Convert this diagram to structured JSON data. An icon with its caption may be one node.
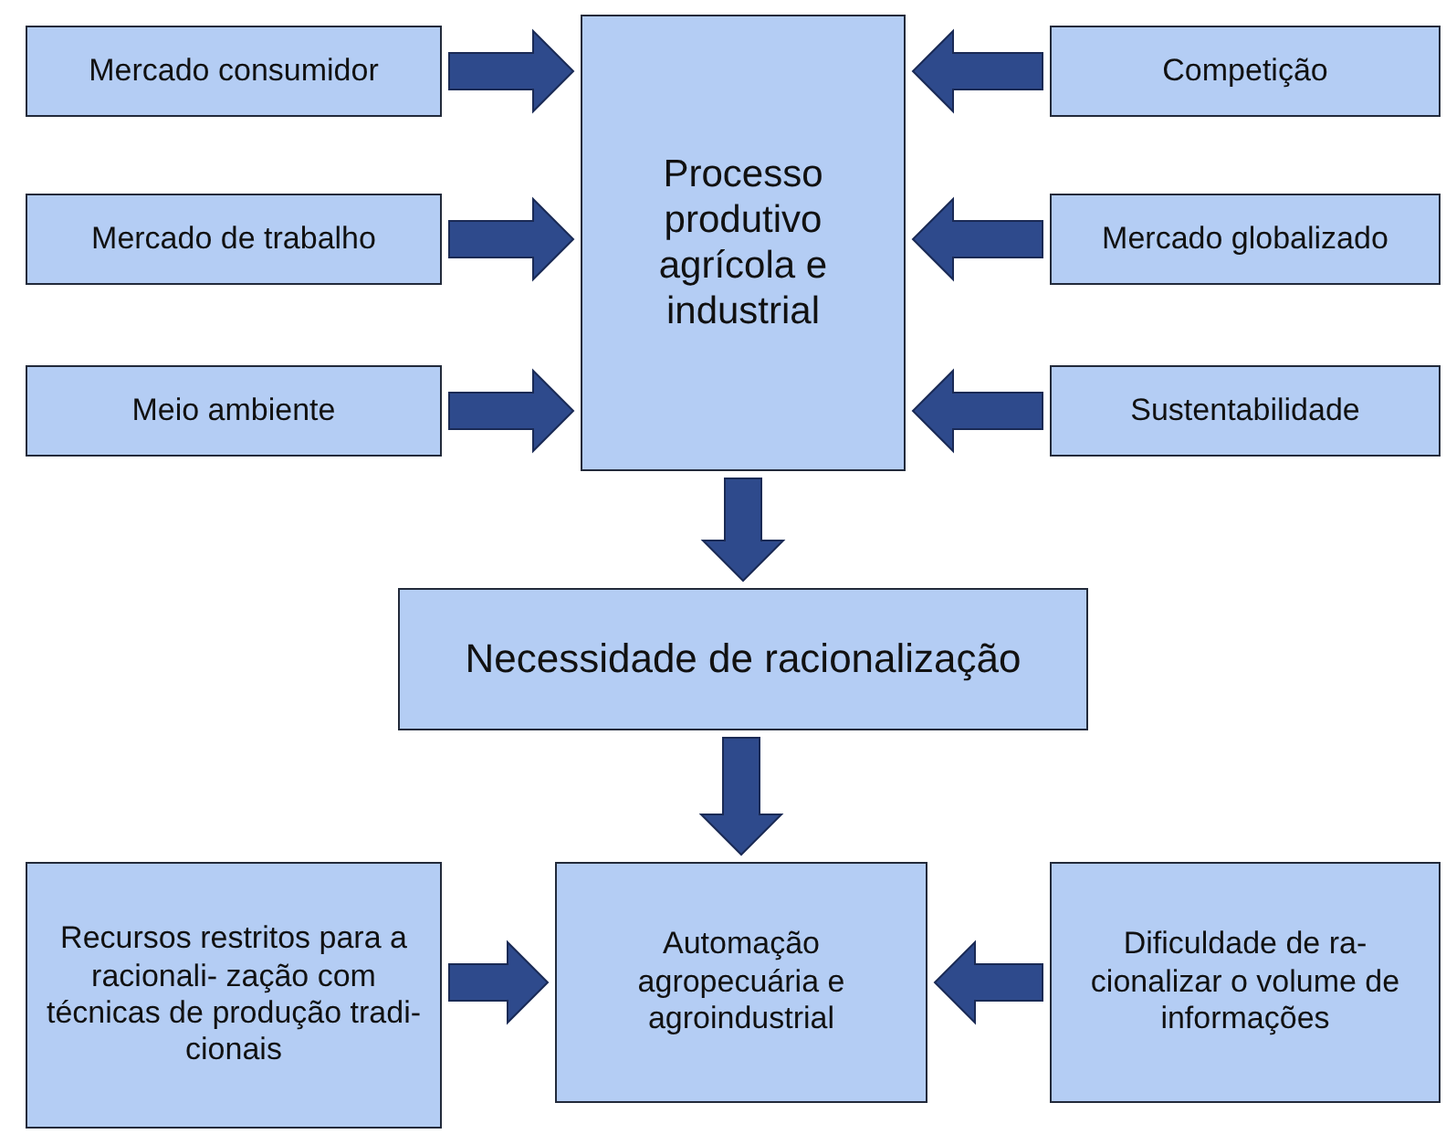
{
  "diagram": {
    "nodes": [
      {
        "text": [
          "Mercado consumidor"
        ]
      },
      {
        "text": [
          "Mercado de trabalho"
        ]
      },
      {
        "text": [
          "Meio ambiente"
        ]
      },
      {
        "text": [
          "Processo produtivo agrícola e industrial"
        ]
      },
      {
        "text": [
          "Competição"
        ]
      },
      {
        "text": [
          "Mercado globalizado"
        ]
      },
      {
        "text": [
          "Sustentabilidade"
        ]
      },
      {
        "text": [
          "Necessidade de racionalização"
        ]
      },
      {
        "text": [
          "Recursos restritos para a racionali- zação com técnicas de produção tradi- cionais"
        ]
      },
      {
        "text": [
          "Automação agropecuária e agroindustrial"
        ]
      },
      {
        "text": [
          "Dificuldade de ra- cionalizar o volume de informações"
        ]
      }
    ],
    "edges": [
      {
        "from": 0,
        "to": 3,
        "arrow": "to",
        "style": "thick"
      },
      {
        "from": 1,
        "to": 3,
        "arrow": "to",
        "style": "thick"
      },
      {
        "from": 2,
        "to": 3,
        "arrow": "to",
        "style": "thick"
      },
      {
        "from": 4,
        "to": 3,
        "arrow": "to",
        "style": "thick"
      },
      {
        "from": 5,
        "to": 3,
        "arrow": "to",
        "style": "thick"
      },
      {
        "from": 6,
        "to": 3,
        "arrow": "to",
        "style": "thick"
      },
      {
        "from": 3,
        "to": 7,
        "arrow": "to",
        "style": "thick"
      },
      {
        "from": 7,
        "to": 9,
        "arrow": "to",
        "style": "thick"
      },
      {
        "from": 8,
        "to": 9,
        "arrow": "to",
        "style": "thick"
      },
      {
        "from": 10,
        "to": 9,
        "arrow": "to",
        "style": "thick"
      }
    ]
  }
}
